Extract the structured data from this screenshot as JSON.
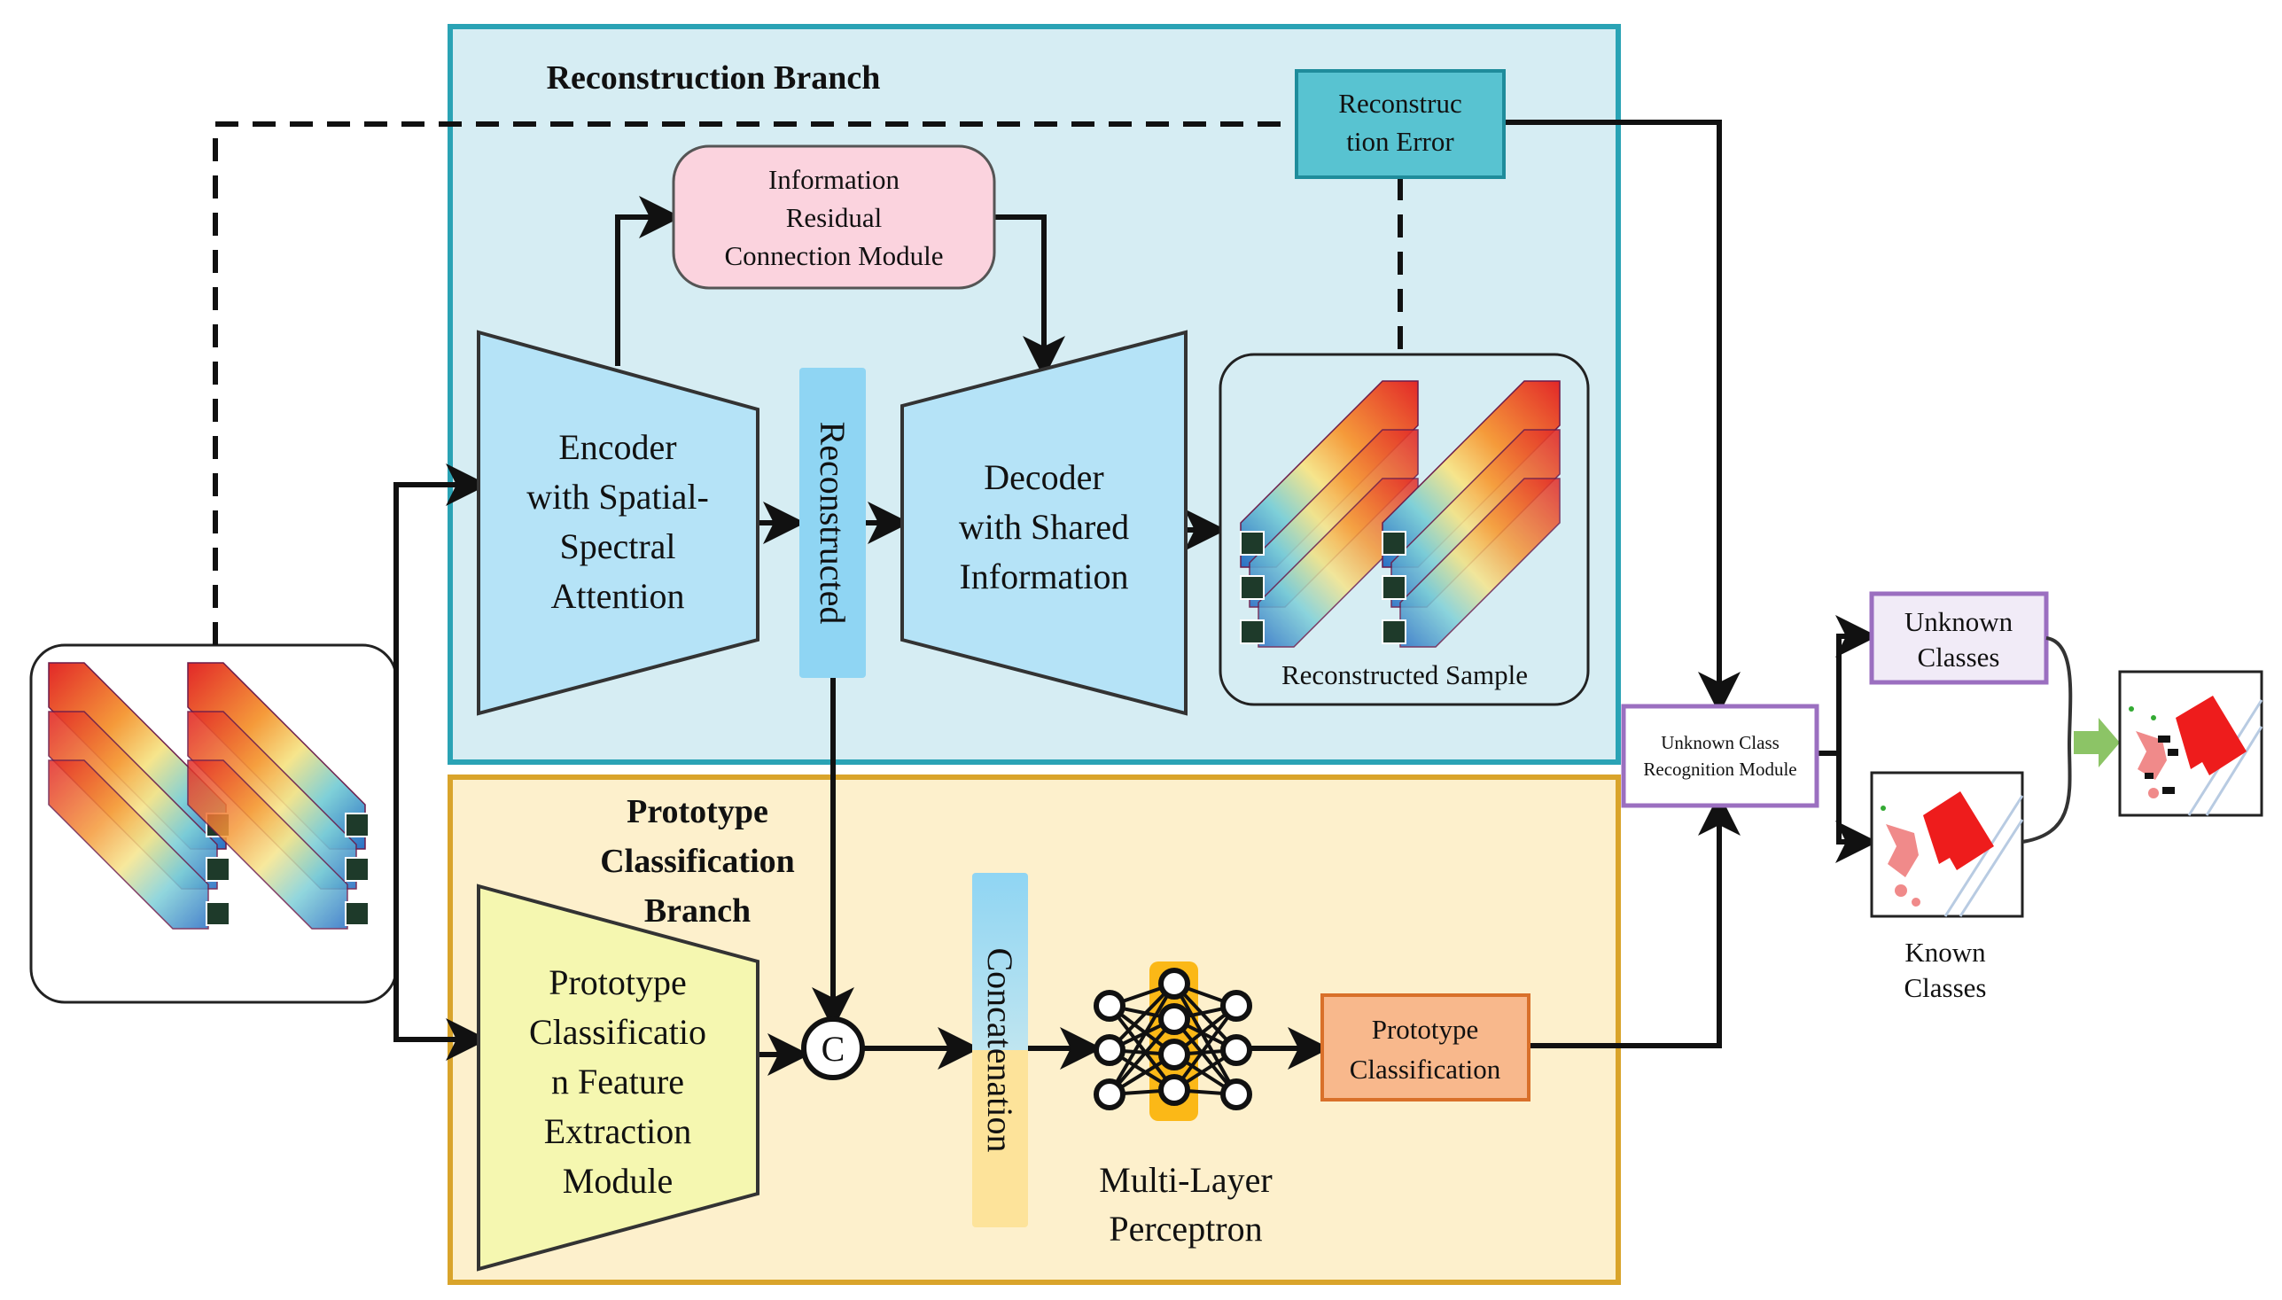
{
  "reconstruction_branch": {
    "title": "Reconstruction Branch",
    "reconstruction_error": [
      "Reconstruc",
      "tion Error"
    ],
    "residual_module": [
      "Information",
      "Residual",
      "Connection Module"
    ],
    "encoder": [
      "Encoder",
      "with Spatial-",
      "Spectral",
      "Attention"
    ],
    "reconstructed_bar": "Reconstructed",
    "decoder": [
      "Decoder",
      "with Shared",
      "Information"
    ],
    "reconstructed_sample": "Reconstructed Sample"
  },
  "prototype_branch": {
    "title": [
      "Prototype",
      "Classification",
      "Branch"
    ],
    "feature_module": [
      "Prototype",
      "Classificatio",
      "n Feature",
      "Extraction",
      "Module"
    ],
    "concat_symbol": "C",
    "concatenation_bar": "Concatenation",
    "mlp_label": [
      "Multi-Layer",
      "Perceptron"
    ],
    "prototype_classification": [
      "Prototype",
      "Classification"
    ]
  },
  "recognition": {
    "module": [
      "Unknown Class",
      "Recognition Module"
    ],
    "unknown_classes": [
      "Unknown",
      "Classes"
    ],
    "known_classes": [
      "Known",
      "Classes"
    ]
  },
  "colors": {
    "reconstruction_bg": "#d6edf3",
    "reconstruction_border": "#2aa3b5",
    "prototype_bg": "#fdf0cc",
    "prototype_border": "#d9a42b",
    "encoder_fill": "#b5e3f7",
    "feature_fill": "#f5f7b0",
    "residual_fill": "#fbd3de",
    "error_fill": "#58c3d1",
    "proto_cls_fill": "#f8b88c",
    "recog_border": "#9b6fc0",
    "arrow_green": "#8cc466"
  }
}
